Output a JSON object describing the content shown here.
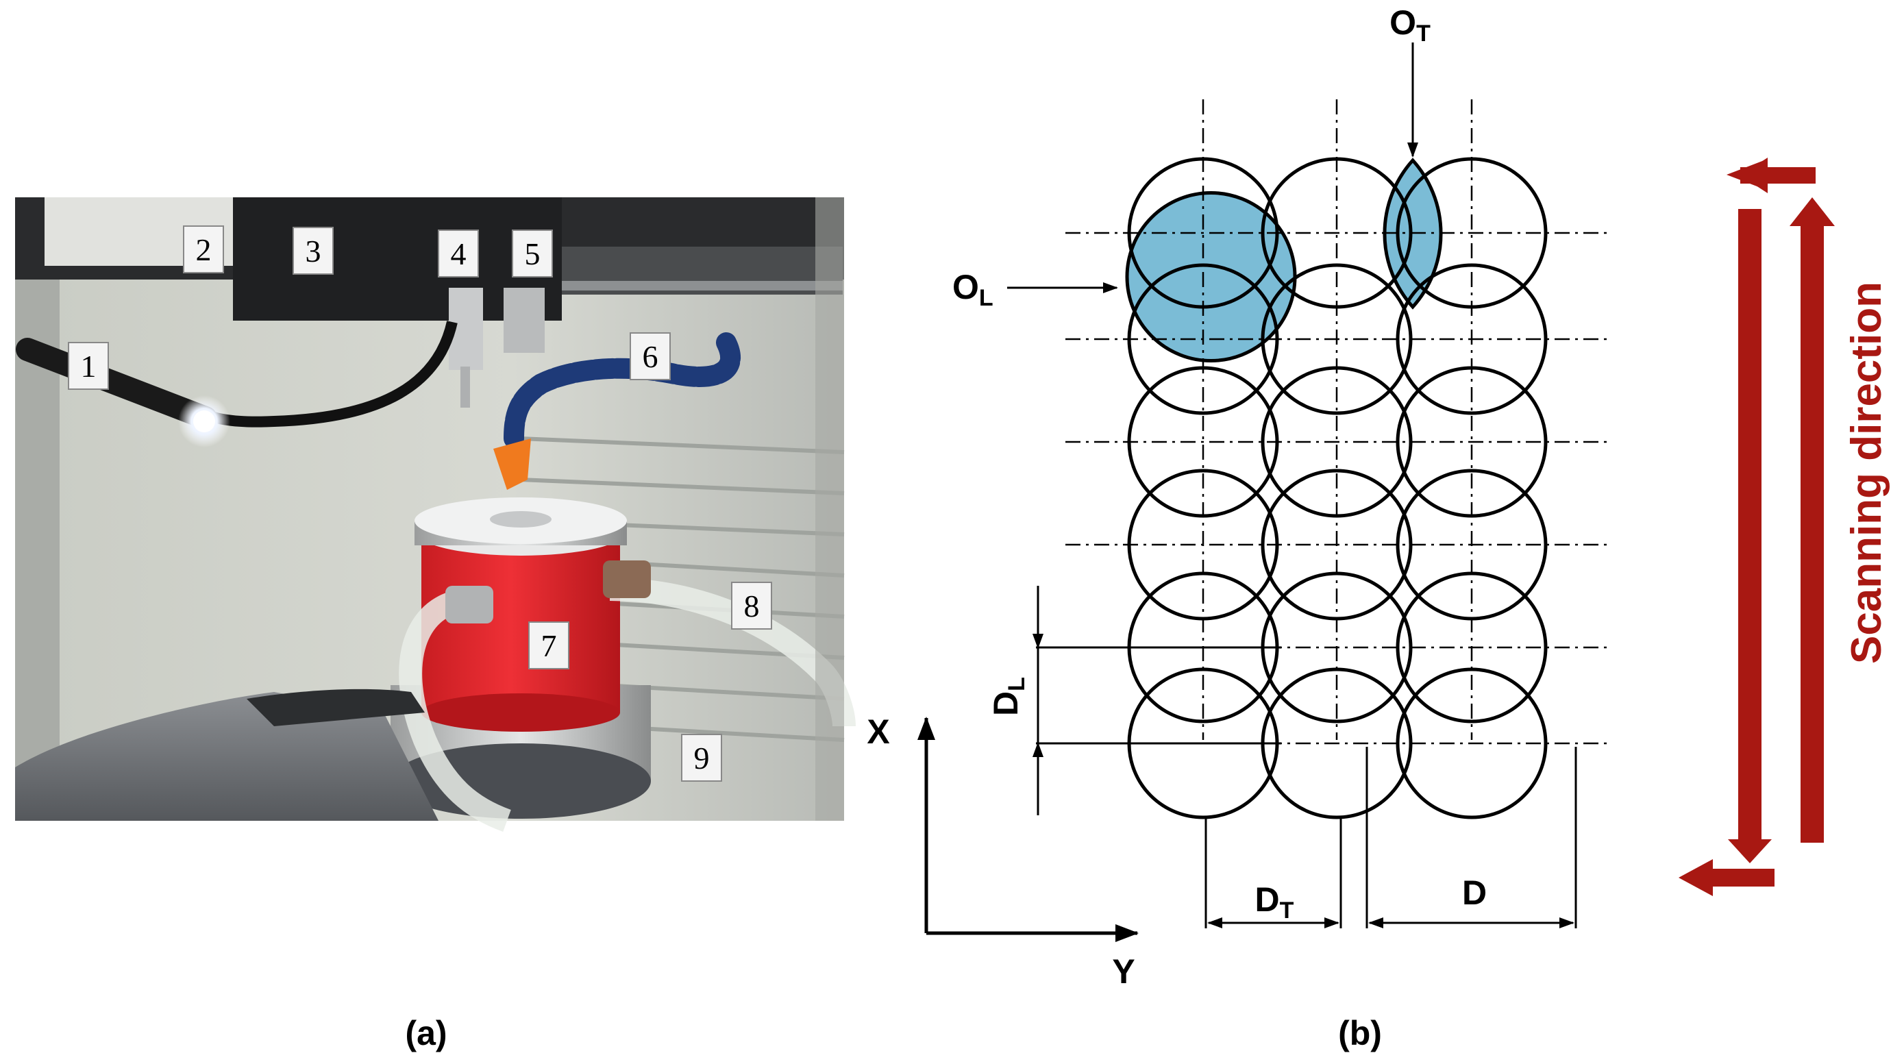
{
  "figure": {
    "panel_a_label": "(a)",
    "panel_b_label": "(b)"
  },
  "photo": {
    "callouts": [
      "1",
      "2",
      "3",
      "4",
      "5",
      "6",
      "7",
      "8",
      "9"
    ]
  },
  "diagram": {
    "label_OT": "O",
    "label_OT_sub": "T",
    "label_OL": "O",
    "label_OL_sub": "L",
    "label_DL": "D",
    "label_DL_sub": "L",
    "label_DT": "D",
    "label_DT_sub": "T",
    "label_D": "D",
    "axis_x": "X",
    "axis_y": "Y",
    "scan_direction": "Scanning direction"
  },
  "colors": {
    "overlap_fill": "#7bbcd6",
    "arrow_red": "#a81812",
    "lamp_red": "#d8262a"
  }
}
